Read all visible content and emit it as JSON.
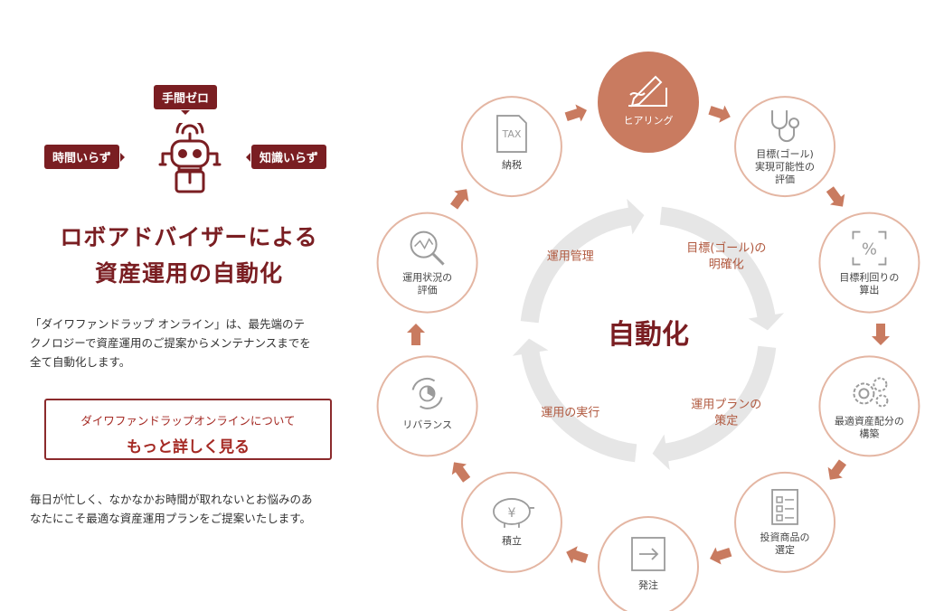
{
  "badges": {
    "top": "手間ゼロ",
    "left": "時間いらず",
    "right": "知識いらず"
  },
  "headline": {
    "line1": "ロボアドバイザーによる",
    "line2": "資産運用の自動化"
  },
  "intro": {
    "line1": "「ダイワファンドラップ オンライン」は、最先端のテ",
    "line2": "クノロジーで資産運用のご提案からメンテナンスまでを",
    "line3": "全て自動化します。"
  },
  "cta": {
    "line1": "ダイワファンドラップオンラインについて",
    "line2": "もっと詳しく見る"
  },
  "outro": {
    "line1": "毎日が忙しく、なかなかお時間が取れないとお悩みのあ",
    "line2": "なたにこそ最適な資産運用プランをご提案いたします。"
  },
  "diagram": {
    "center": "自動化",
    "phases": [
      {
        "lines": [
          "目標(ゴール)の",
          "明確化"
        ]
      },
      {
        "lines": [
          "運用プランの",
          "策定"
        ]
      },
      {
        "lines": [
          "運用の実行"
        ]
      },
      {
        "lines": [
          "運用管理"
        ]
      }
    ],
    "steps": [
      {
        "lines": [
          "ヒアリング"
        ],
        "icon": "pen-icon",
        "active": true
      },
      {
        "lines": [
          "目標(ゴール)",
          "実現可能性の",
          "評価"
        ],
        "icon": "stethoscope-icon",
        "active": false
      },
      {
        "lines": [
          "目標利回りの",
          "算出"
        ],
        "icon": "percent-icon",
        "active": false
      },
      {
        "lines": [
          "最適資産配分の",
          "構築"
        ],
        "icon": "gears-icon",
        "active": false
      },
      {
        "lines": [
          "投資商品の",
          "選定"
        ],
        "icon": "checklist-icon",
        "active": false
      },
      {
        "lines": [
          "発注"
        ],
        "icon": "order-icon",
        "active": false
      },
      {
        "lines": [
          "積立"
        ],
        "icon": "piggy-bank-icon",
        "active": false
      },
      {
        "lines": [
          "リバランス"
        ],
        "icon": "rebalance-icon",
        "active": false
      },
      {
        "lines": [
          "運用状況の",
          "評価"
        ],
        "icon": "magnifier-chart-icon",
        "active": false
      },
      {
        "lines": [
          "納税"
        ],
        "icon": "tax-document-icon",
        "active": false
      }
    ],
    "tax_icon_label": "TAX",
    "percent_icon_label": "%",
    "yen_icon_label": "¥",
    "colors": {
      "accent": "#c97b60",
      "node_border": "#e4b6a3",
      "ring": "#e6e6e6",
      "brand": "#7a1e22",
      "phase": "#b0583e"
    }
  }
}
